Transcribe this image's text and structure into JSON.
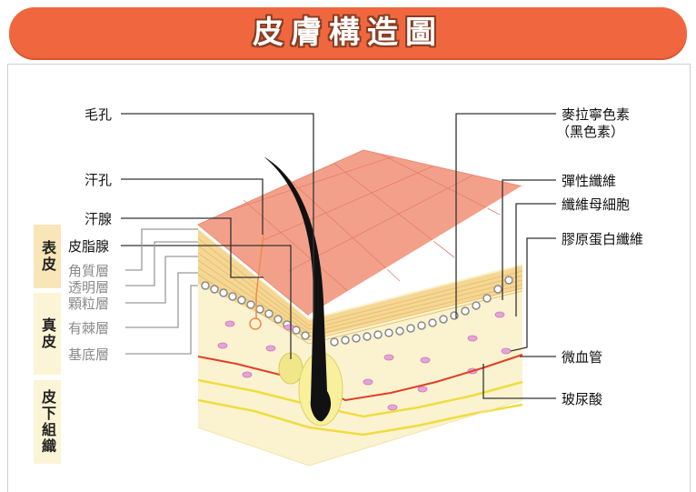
{
  "title": "皮膚構造圖",
  "layers": {
    "epidermis": "表皮",
    "dermis": "真皮",
    "subcutis": "皮下組織"
  },
  "left_labels": {
    "pore": "毛孔",
    "sweat_pore": "汗孔",
    "sweat_gland": "汗腺",
    "sebaceous_gland": "皮脂腺",
    "stratum_corneum": "角質層",
    "stratum_lucidum": "透明層",
    "stratum_granulosum": "顆粒層",
    "stratum_spinosum": "有棘層",
    "stratum_basale": "基底層"
  },
  "right_labels": {
    "melanin": "麥拉寧色素",
    "melanin_note": "（黑色素）",
    "elastic_fiber": "彈性纖維",
    "fibroblast": "纖維母細胞",
    "collagen": "膠原蛋白纖維",
    "capillary": "微血管",
    "hyaluronic_acid": "玻尿酸"
  },
  "colors": {
    "title_bg": "#f0673f",
    "surface": "#f3a08a",
    "epidermis": "#f7dca4",
    "dermis": "#fbf3cf",
    "subcutis": "#fdf6d8",
    "hair": "#111111",
    "capillary": "#e0402a",
    "fiber": "#f0dc40"
  }
}
